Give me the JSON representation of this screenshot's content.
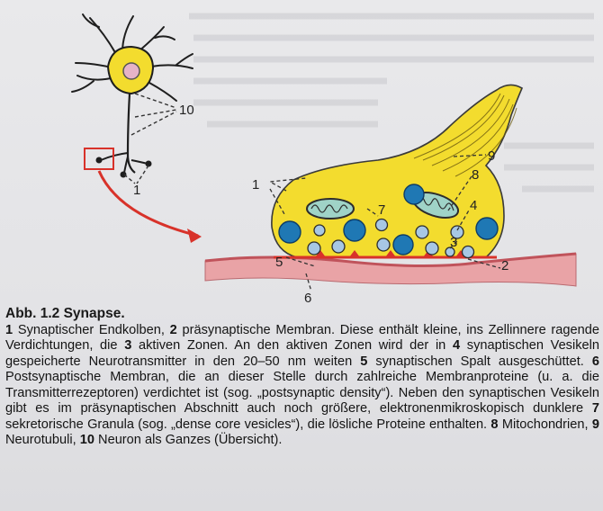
{
  "figure": {
    "labels": {
      "l1_neuron": "1",
      "l10": "10",
      "l1": "1",
      "l2": "2",
      "l3": "3",
      "l4": "4",
      "l5": "5",
      "l6": "6",
      "l7": "7",
      "l8": "8",
      "l9": "9"
    }
  },
  "caption": {
    "title": "Abb. 1.2 Synapse.",
    "parts": [
      {
        "b": "1"
      },
      {
        "t": " Synaptischer Endkolben, "
      },
      {
        "b": "2"
      },
      {
        "t": " präsynaptische Membran. Diese enthält kleine, ins Zellinnere ragende Verdichtungen, die "
      },
      {
        "b": "3"
      },
      {
        "t": " aktiven Zonen. An den aktiven Zonen wird der in "
      },
      {
        "b": "4"
      },
      {
        "t": " synaptischen Vesikeln gespeicherte Neurotransmitter in den 20–50 nm weiten "
      },
      {
        "b": "5"
      },
      {
        "t": " synaptischen Spalt ausgeschüttet. "
      },
      {
        "b": "6"
      },
      {
        "t": " Postsynaptische Membran, die an dieser Stelle durch zahlreiche Membranproteine (u. a. die Transmitterrezeptoren) verdichtet ist (sog. „postsynaptic density“). Neben den synaptischen Vesikeln gibt es im präsynaptischen Abschnitt auch noch größere, elektronenmikroskopisch dunklere "
      },
      {
        "b": "7"
      },
      {
        "t": " sekretorische Granula (sog. „dense core vesicles“), die lösliche Proteine enthalten. "
      },
      {
        "b": "8"
      },
      {
        "t": " Mitochondrien, "
      },
      {
        "b": "9"
      },
      {
        "t": " Neurotubuli, "
      },
      {
        "b": "10"
      },
      {
        "t": " Neuron als Ganzes (Übersicht)."
      }
    ]
  },
  "colors": {
    "neuron_yellow": "#f3dc2e",
    "vesicle_blue": "#1f78b4",
    "arrow_red": "#d8322a",
    "membrane_pink": "#e9a3a6"
  }
}
